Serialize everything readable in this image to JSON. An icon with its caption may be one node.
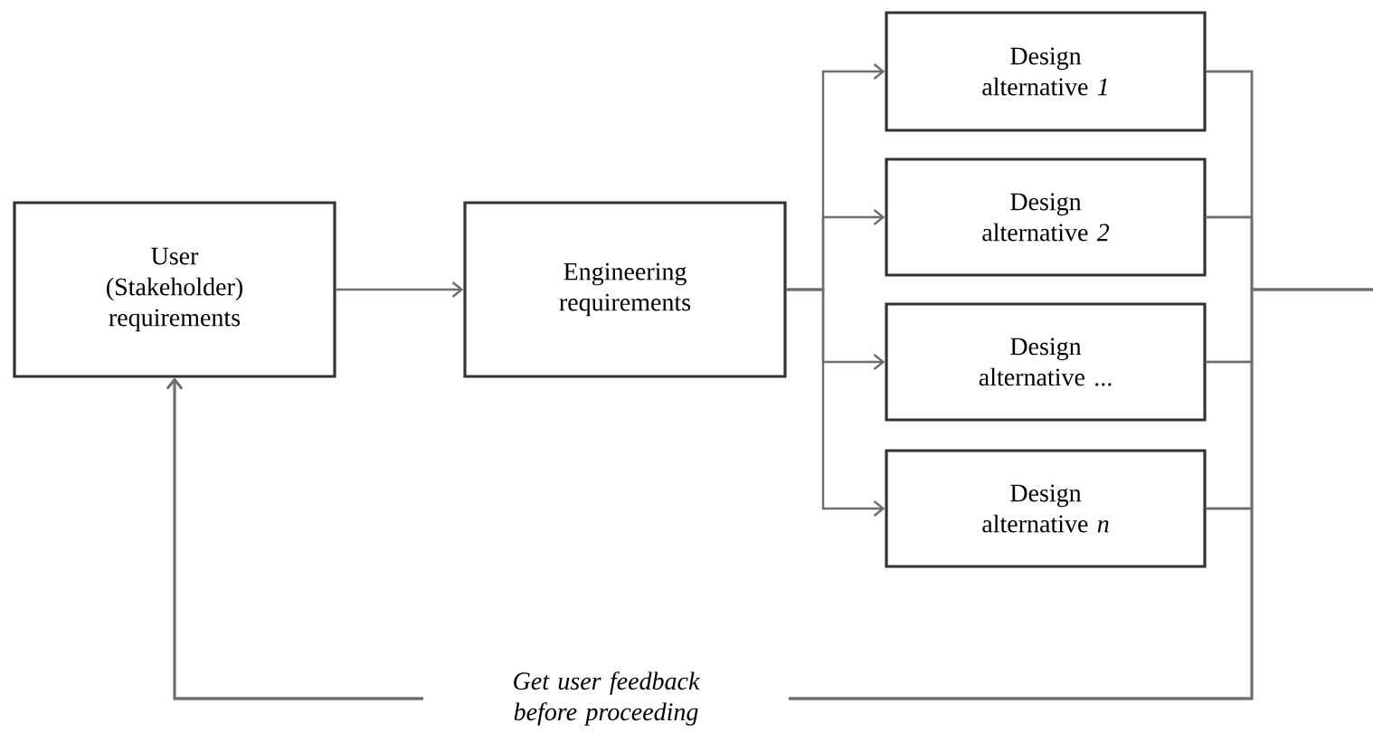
{
  "diagram": {
    "nodes": [
      {
        "text": [
          "User (Stakeholder) requirements"
        ]
      },
      {
        "text": [
          "Engineering requirements"
        ]
      },
      {
        "text": [
          "Design alternative *1*"
        ]
      },
      {
        "text": [
          "Design alternative *2*"
        ]
      },
      {
        "text": [
          "Design alternative ..."
        ]
      },
      {
        "text": [
          "Design alternative *n*"
        ]
      }
    ],
    "edges": [
      {
        "from": 0,
        "to": 1,
        "arrow": "to"
      },
      {
        "from": 1,
        "to": 2,
        "arrow": "to"
      },
      {
        "from": 1,
        "to": 3,
        "arrow": "to"
      },
      {
        "from": 1,
        "to": 4,
        "arrow": "to"
      },
      {
        "from": 1,
        "to": 5,
        "arrow": "to"
      },
      {
        "from": 2,
        "to": 0,
        "arrow": "to",
        "label": "Get user feedback before proceeding"
      },
      {
        "from": 3,
        "to": 0,
        "arrow": "to"
      },
      {
        "from": 4,
        "to": 0,
        "arrow": "to"
      },
      {
        "from": 5,
        "to": 0,
        "arrow": "to"
      },
      {
        "from": 2,
        "to": null,
        "arrow": "none"
      },
      {
        "from": 3,
        "to": null,
        "arrow": "none"
      },
      {
        "from": 4,
        "to": null,
        "arrow": "none"
      },
      {
        "from": 5,
        "to": null,
        "arrow": "none"
      }
    ]
  }
}
